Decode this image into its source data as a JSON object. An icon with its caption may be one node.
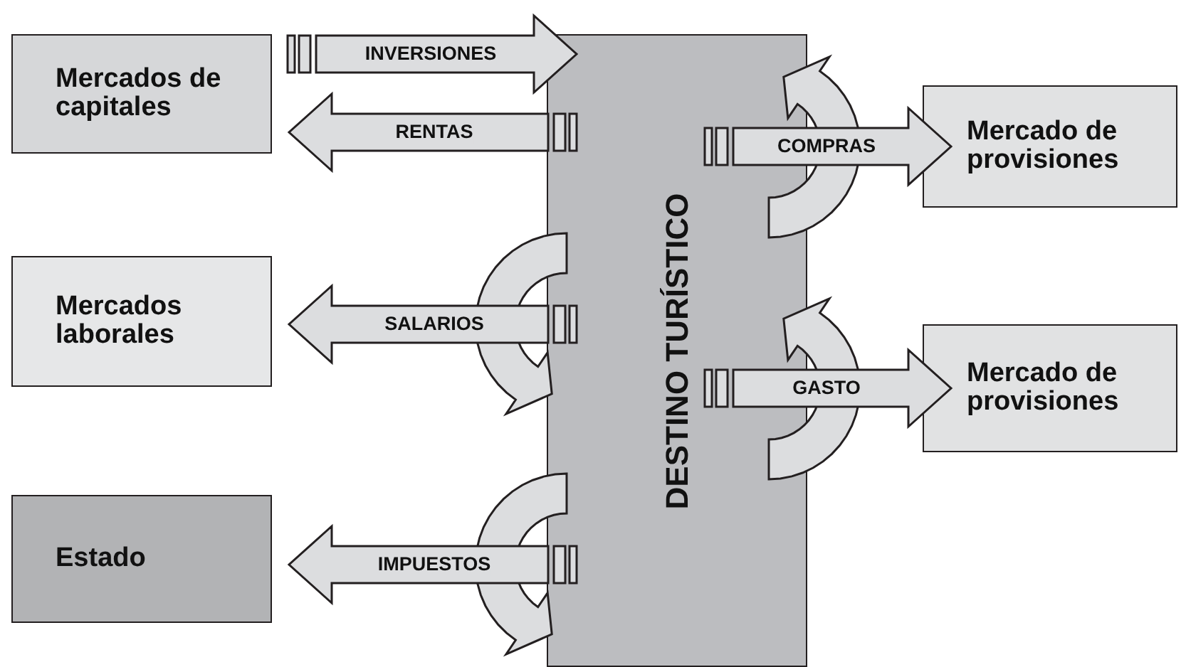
{
  "diagram": {
    "nodes": [
      {
        "text": [
          "Mercados de capitales"
        ]
      },
      {
        "text": [
          "Mercados laborales"
        ]
      },
      {
        "text": [
          "Estado"
        ]
      },
      {
        "text": [
          "DESTINO TURÍSTICO"
        ]
      },
      {
        "text": [
          "Mercado de provisiones"
        ]
      },
      {
        "text": [
          "Mercado de provisiones"
        ]
      }
    ],
    "edges": [
      {
        "from": 0,
        "to": 3,
        "arrow": "to",
        "label": "INVERSIONES"
      },
      {
        "from": 3,
        "to": 0,
        "arrow": "to",
        "label": "RENTAS"
      },
      {
        "from": 3,
        "to": 4,
        "arrow": "to",
        "label": "COMPRAS"
      },
      {
        "from": 3,
        "to": 1,
        "arrow": "to",
        "label": "SALARIOS"
      },
      {
        "from": 3,
        "to": 5,
        "arrow": "to",
        "label": "GASTO"
      },
      {
        "from": 3,
        "to": 2,
        "arrow": "to",
        "label": "IMPUESTOS"
      }
    ]
  }
}
